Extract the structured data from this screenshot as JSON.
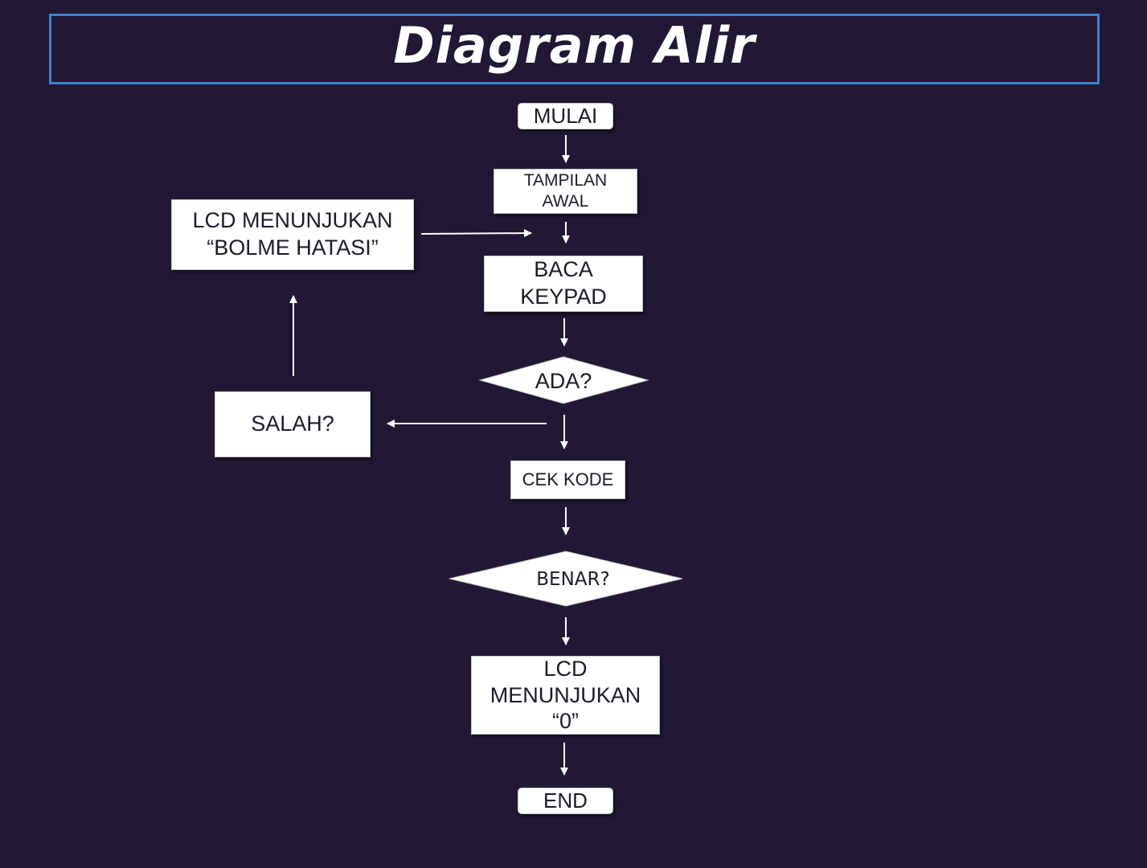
{
  "title": "Diagram Alir",
  "nodes": {
    "mulai": "MULAI",
    "tampilan_awal": "TAMPILAN\nAWAL",
    "baca_keypad": "BACA\nKEYPAD",
    "ada": "ADA?",
    "cek_kode": "CEK KODE",
    "benar": "BENAR?",
    "lcd_nol": "LCD\nMENUNJUKAN\n“0”",
    "end": "END",
    "salah": "SALAH?",
    "lcd_bolme": "LCD MENUNJUKAN\n“BOLME HATASI”"
  },
  "colors": {
    "background": "#201834",
    "title_border": "#3a84cc",
    "node_fill": "#ffffff",
    "arrow": "#ffffff"
  }
}
